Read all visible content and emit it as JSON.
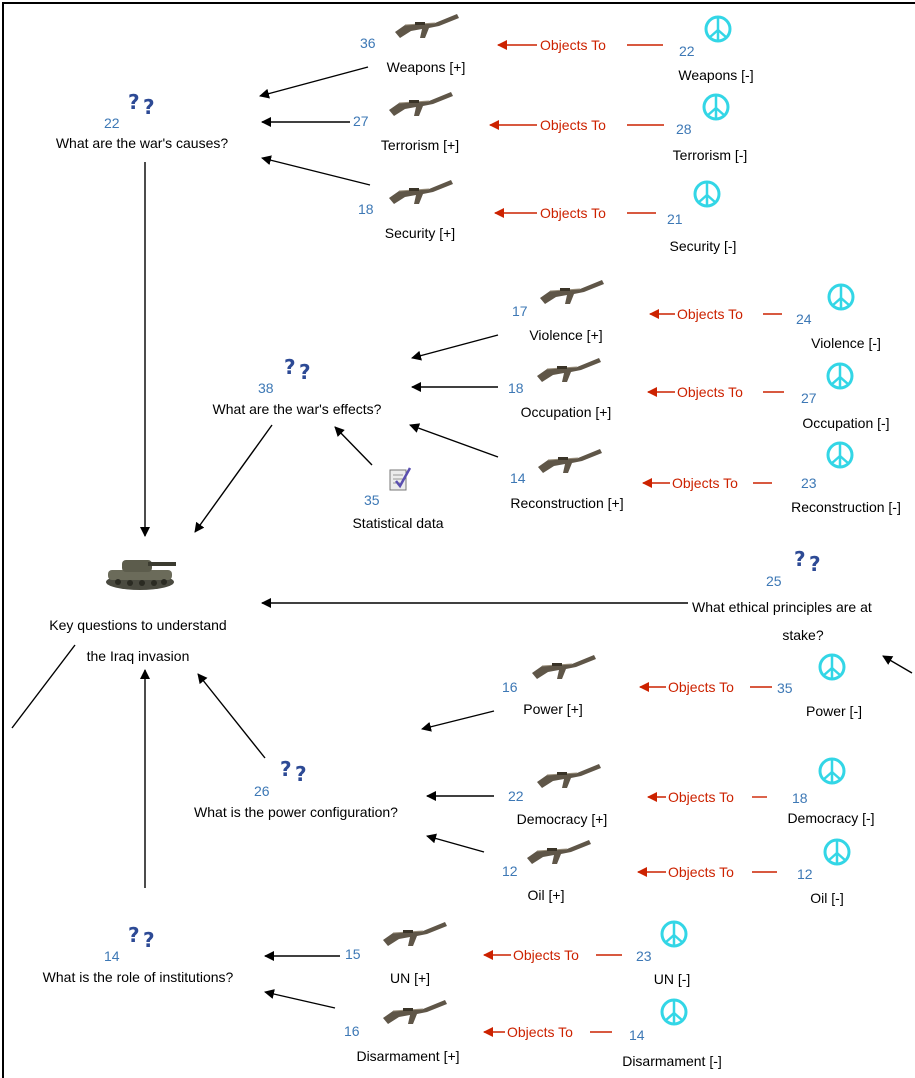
{
  "root": {
    "label_line1": "Key questions to understand",
    "label_line2": "the Iraq invasion",
    "icon": "tank-icon"
  },
  "objects_to_label": "Objects To",
  "questions": [
    {
      "id": "q-causes",
      "count": "22",
      "label": "What are the war's causes?"
    },
    {
      "id": "q-effects",
      "count": "38",
      "label": "What are the war's effects?"
    },
    {
      "id": "q-ethics",
      "count": "25",
      "label_line1": "What ethical principles are at",
      "label_line2": "stake?"
    },
    {
      "id": "q-power",
      "count": "26",
      "label": "What is the power configuration?"
    },
    {
      "id": "q-institutions",
      "count": "14",
      "label": "What is the role of institutions?"
    }
  ],
  "pro_arguments": [
    {
      "count": "36",
      "label": "Weapons [+]"
    },
    {
      "count": "27",
      "label": "Terrorism [+]"
    },
    {
      "count": "18",
      "label": "Security [+]"
    },
    {
      "count": "17",
      "label": "Violence [+]"
    },
    {
      "count": "18",
      "label": "Occupation [+]"
    },
    {
      "count": "14",
      "label": "Reconstruction [+]"
    },
    {
      "count": "16",
      "label": "Power [+]"
    },
    {
      "count": "22",
      "label": "Democracy [+]"
    },
    {
      "count": "12",
      "label": "Oil [+]"
    },
    {
      "count": "15",
      "label": "UN [+]"
    },
    {
      "count": "16",
      "label": "Disarmament [+]"
    }
  ],
  "con_arguments": [
    {
      "count": "22",
      "label": "Weapons [-]"
    },
    {
      "count": "28",
      "label": "Terrorism [-]"
    },
    {
      "count": "21",
      "label": "Security [-]"
    },
    {
      "count": "24",
      "label": "Violence [-]"
    },
    {
      "count": "27",
      "label": "Occupation [-]"
    },
    {
      "count": "23",
      "label": "Reconstruction [-]"
    },
    {
      "count": "35",
      "label": "Power [-]"
    },
    {
      "count": "18",
      "label": "Democracy [-]"
    },
    {
      "count": "12",
      "label": "Oil [-]"
    },
    {
      "count": "23",
      "label": "UN [-]"
    },
    {
      "count": "14",
      "label": "Disarmament [-]"
    }
  ],
  "data_node": {
    "count": "35",
    "label": "Statistical data",
    "icon": "document-check-icon"
  },
  "colors": {
    "number": "#3d78b5",
    "objects_to": "#cc2200",
    "question_mark": "#2d4a95",
    "peace": "#33d6e6",
    "arrow": "#000000"
  }
}
